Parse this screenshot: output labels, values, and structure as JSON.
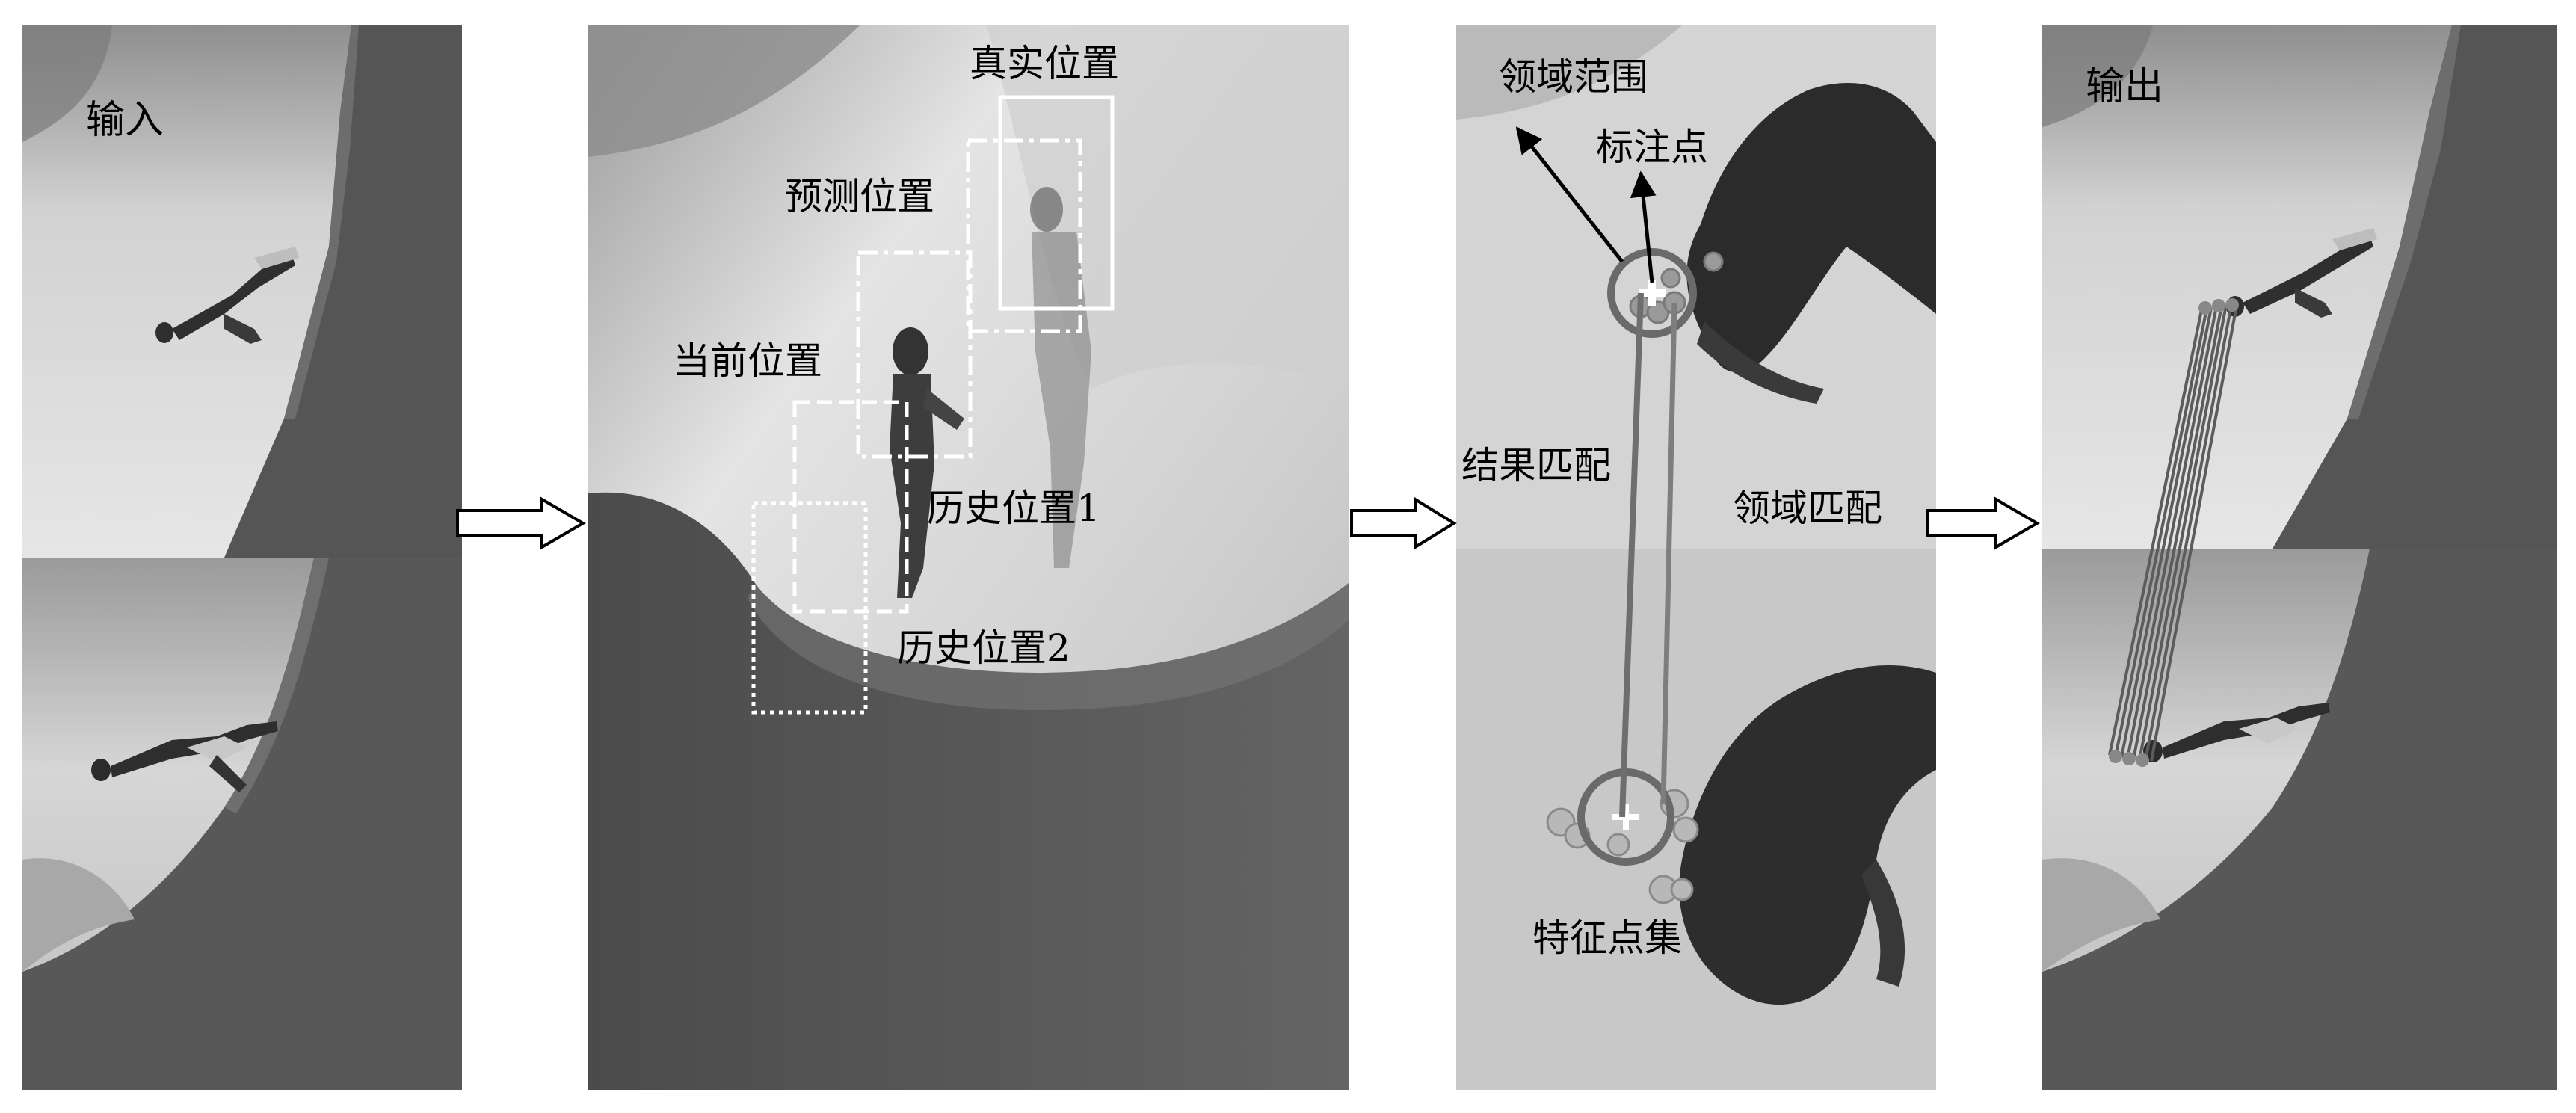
{
  "panels": {
    "input": {
      "label": "输入"
    },
    "tracking": {
      "true_position": "真实位置",
      "predicted_position": "预测位置",
      "current_position": "当前位置",
      "history_position_1": "历史位置1",
      "history_position_2": "历史位置2"
    },
    "matching": {
      "neighborhood_range": "领域范围",
      "annotation_point": "标注点",
      "result_matching": "结果匹配",
      "neighborhood_matching": "领域匹配",
      "feature_point_set": "特征点集"
    },
    "output": {
      "label": "输出"
    }
  }
}
